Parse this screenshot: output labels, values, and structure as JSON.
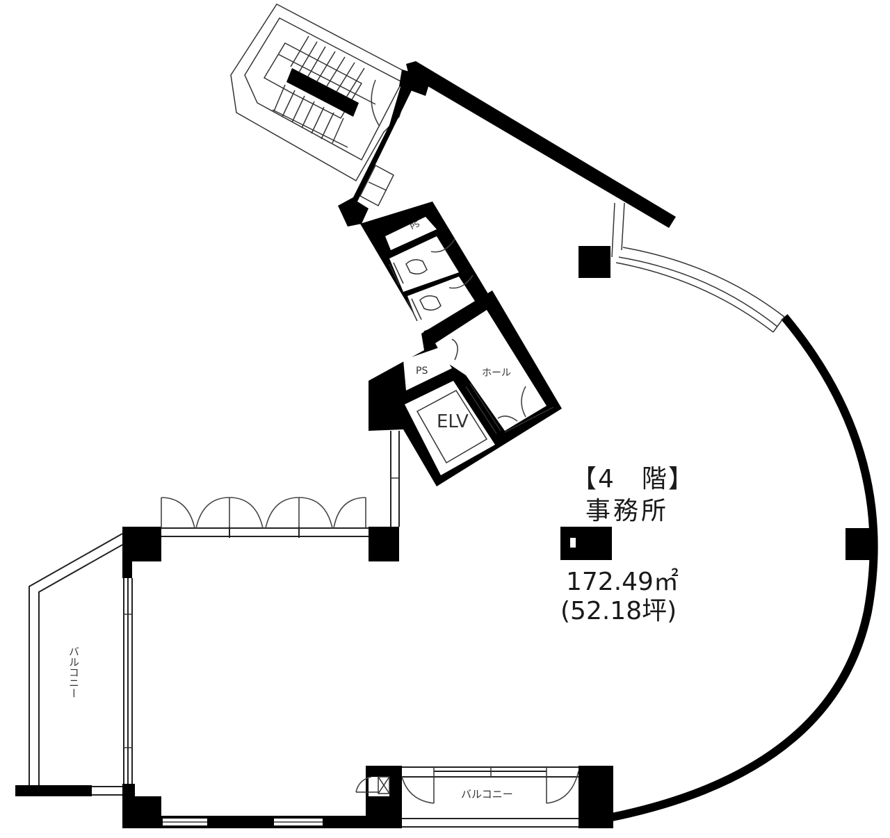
{
  "plan": {
    "floor_label": "【4　階】",
    "room_name": "事務所",
    "area_m2": "172.49㎡",
    "area_tsubo": "(52.18坪)",
    "rooms": {
      "ps_upper": "PS",
      "ps_lower": "PS",
      "hall": "ホール",
      "elevator": "ELV",
      "balcony_bottom": "バルコニー",
      "balcony_left": "バルコニー"
    },
    "colors": {
      "wall": "#000000",
      "background": "#ffffff",
      "line": "#333333"
    }
  }
}
